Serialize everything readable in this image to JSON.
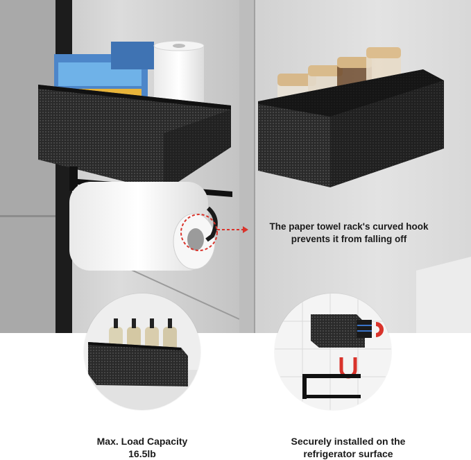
{
  "callout": {
    "line1": "The paper towel rack's curved hook",
    "line2": "prevents it from falling off"
  },
  "features": [
    {
      "line1": "Max. Load Capacity",
      "line2": "16.5lb"
    },
    {
      "line1": "Securely installed on the",
      "line2": "refrigerator surface"
    }
  ],
  "colors": {
    "steel_light": "#d6d6d6",
    "steel_dark": "#8f8f8f",
    "rack_black": "#1b1b1b",
    "accent_red": "#d9332b"
  }
}
